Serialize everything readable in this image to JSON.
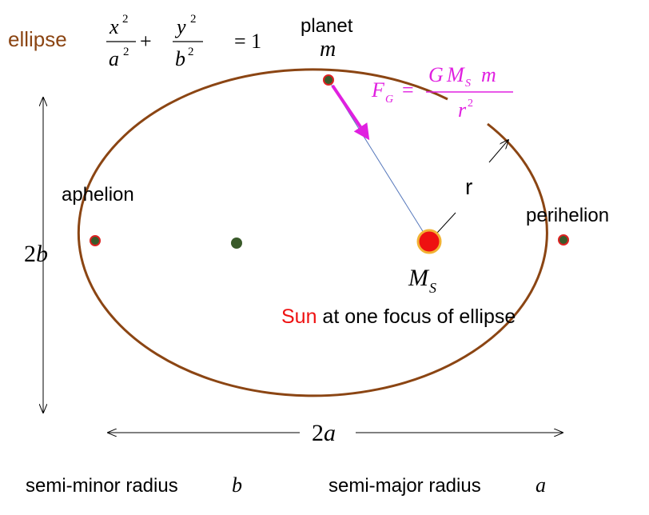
{
  "equation": {
    "label": "ellipse",
    "x_term": "x",
    "a_term": "a",
    "y_term": "y",
    "b_term": "b",
    "power": "2",
    "plus": "+",
    "equals": "= 1"
  },
  "planet": {
    "label": "planet",
    "symbol": "m"
  },
  "force": {
    "lhs": "F",
    "lhs_sub": "G",
    "equals": "=",
    "num_G": "G",
    "num_M": "M",
    "num_sub": "S",
    "num_m": "m",
    "den_r": "r",
    "den_pow": "2"
  },
  "labels": {
    "aphelion": "aphelion",
    "perihelion": "perihelion",
    "radius": "r",
    "sun_mass": "M",
    "sun_mass_sub": "S",
    "sun_word": "Sun",
    "sun_rest": " at one focus of ellipse",
    "minor_axis": "2",
    "minor_axis_var": "b",
    "major_axis": "2",
    "major_axis_var": "a",
    "semi_minor": "semi-minor radius",
    "semi_minor_var": "b",
    "semi_major": "semi-major radius",
    "semi_major_var": "a"
  },
  "colors": {
    "ellipse": "#8B4513",
    "label_brown": "#8B4513",
    "force": "#E020E0",
    "sun_fill": "#EE1111",
    "sun_ring": "#F2B233",
    "point": "#3A5A2A",
    "point_ring": "#DD2222",
    "sun_text": "#EE1111",
    "line_blue": "#5577BB"
  }
}
